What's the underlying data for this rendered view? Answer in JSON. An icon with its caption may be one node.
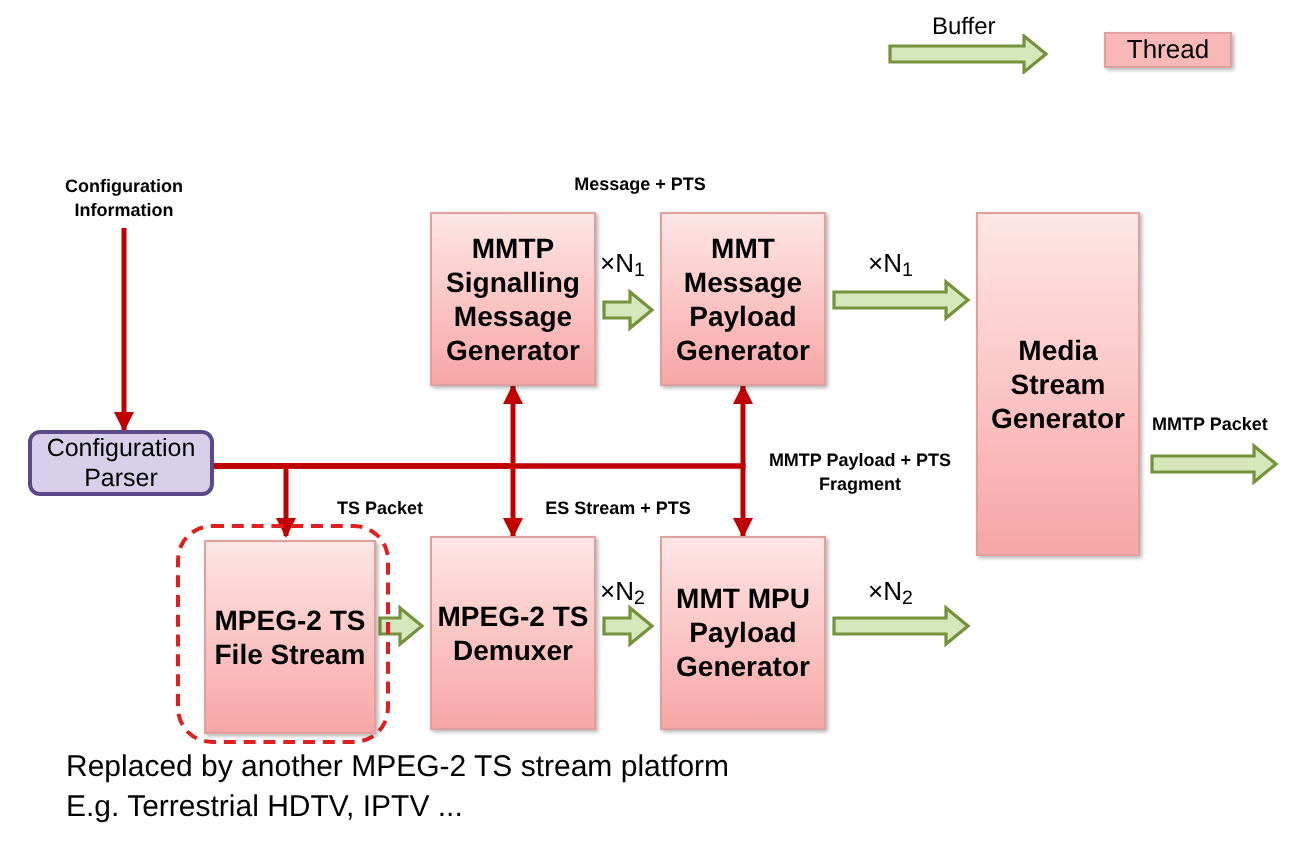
{
  "diagram": {
    "nodes": [
      {
        "text": [
          "Configuration Information"
        ]
      },
      {
        "text": [
          "Configuration Parser"
        ]
      },
      {
        "text": [
          "MMTP Signalling Message Generator"
        ]
      },
      {
        "text": [
          "MMT Message Payload Generator"
        ]
      },
      {
        "text": [
          "Media Stream Generator"
        ]
      },
      {
        "text": [],
        "shape": "box"
      },
      {
        "text": [
          "MPEG-2 TS File Stream"
        ],
        "in": 5
      },
      {
        "text": [
          "MPEG-2 TS Demuxer"
        ]
      },
      {
        "text": [
          "MMT MPU Payload Generator"
        ]
      }
    ],
    "edges": [
      {
        "from": 0,
        "to": 1,
        "arrow": "to"
      },
      {
        "from": 1,
        "to": 6,
        "arrow": "to"
      },
      {
        "from": 1,
        "to": 2,
        "arrow": "to"
      },
      {
        "from": 1,
        "to": 7,
        "arrow": "to"
      },
      {
        "from": 1,
        "to": 3,
        "arrow": "to"
      },
      {
        "from": 1,
        "to": 8,
        "arrow": "to"
      },
      {
        "from": 2,
        "to": 3,
        "arrow": "to",
        "label": "×N$_{1}$",
        "style": "thick",
        "color": "#76923c"
      },
      {
        "from": 3,
        "to": 4,
        "arrow": "to",
        "label": "×N$_{1}$",
        "style": "thick",
        "color": "#76923c"
      },
      {
        "from": 6,
        "to": 7,
        "arrow": "to",
        "style": "thick",
        "color": "#76923c"
      },
      {
        "from": 7,
        "to": 8,
        "arrow": "to",
        "label": "×N$_{2}$",
        "style": "thick",
        "color": "#76923c"
      },
      {
        "from": 8,
        "to": 4,
        "arrow": "to",
        "label": "×N$_{2}$",
        "style": "thick",
        "color": "#76923c"
      },
      {
        "from": 4,
        "to": null,
        "arrow": "to",
        "label": "MMTP Packet",
        "style": "thick",
        "color": "#76923c"
      }
    ],
    "labels": [
      "Message + PTS",
      "TS Packet",
      "ES Stream + PTS",
      "MMTP Payload + PTS Fragment",
      "Replaced by another MPEG-2 TS stream platform",
      "E.g. Terrestrial HDTV, IPTV ..."
    ],
    "legend": [
      {
        "text": "Buffer"
      },
      {
        "text": "Thread",
        "color": "#f9b8b8"
      }
    ]
  }
}
